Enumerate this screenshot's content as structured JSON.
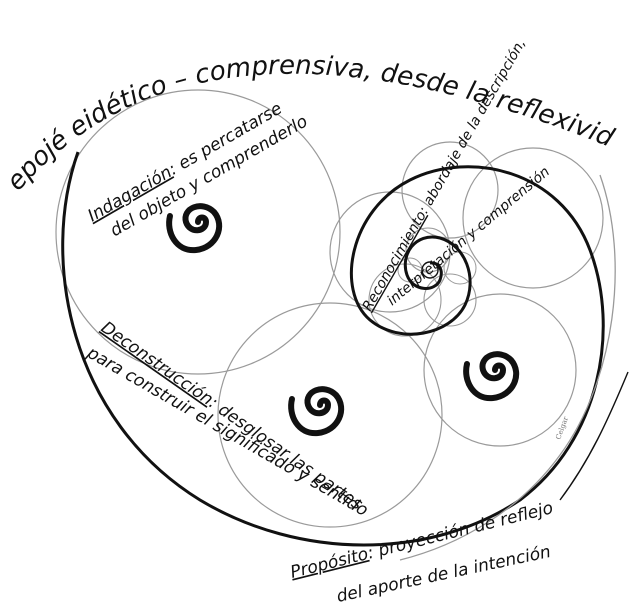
{
  "title": "epojé eidético – comprensiva, desde la reflexividad formativa",
  "signature": "Celgar",
  "labels": {
    "indagacion": {
      "term": "Indagación",
      "line1_rest": ": es percatarse",
      "line2": "del objeto y comprenderlo"
    },
    "reconocimiento": {
      "term": "Reconocimiento",
      "line1_rest": ": abordaje de la descripción,",
      "line2": "interpretación y comprensión"
    },
    "deconstruccion": {
      "term": "Deconstrucción",
      "line1_rest": ": desglosar las partes",
      "line2": "para construir el significado y sentido"
    },
    "proposito": {
      "term": "Propósito",
      "line1_rest": ": proyección de reflejo",
      "line2": "del aporte de la intención"
    }
  },
  "colors": {
    "ink": "#111111",
    "circle": "#9a9a9a",
    "paper": "#ffffff"
  }
}
